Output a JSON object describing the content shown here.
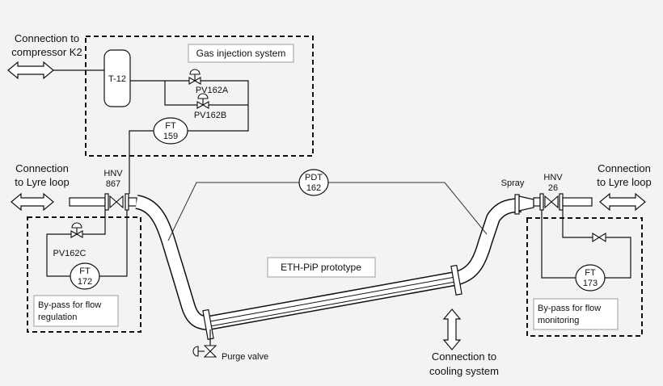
{
  "labels": {
    "compressor_line1": "Connection to",
    "compressor_line2": "compressor K2",
    "gas_injection": "Gas injection system",
    "tank": "T-12",
    "pv162a": "PV162A",
    "pv162b": "PV162B",
    "pv162c": "PV162C",
    "ft159_tag": "FT",
    "ft159_num": "159",
    "ft172_tag": "FT",
    "ft172_num": "172",
    "ft173_tag": "FT",
    "ft173_num": "173",
    "pdt_tag": "PDT",
    "pdt_num": "162",
    "hnv867_line1": "HNV",
    "hnv867_line2": "867",
    "hnv26_line1": "HNV",
    "hnv26_line2": "26",
    "left_conn_line1": "Connection",
    "left_conn_line2": "to Lyre loop",
    "right_conn_line1": "Connection",
    "right_conn_line2": "to Lyre loop",
    "spray": "Spray",
    "prototype": "ETH-PiP prototype",
    "bypass_reg_line1": "By-pass for flow",
    "bypass_reg_line2": "regulation",
    "bypass_mon_line1": "By-pass for flow",
    "bypass_mon_line2": "monitoring",
    "purge": "Purge valve",
    "cooling_line1": "Connection to",
    "cooling_line2": "cooling system"
  }
}
